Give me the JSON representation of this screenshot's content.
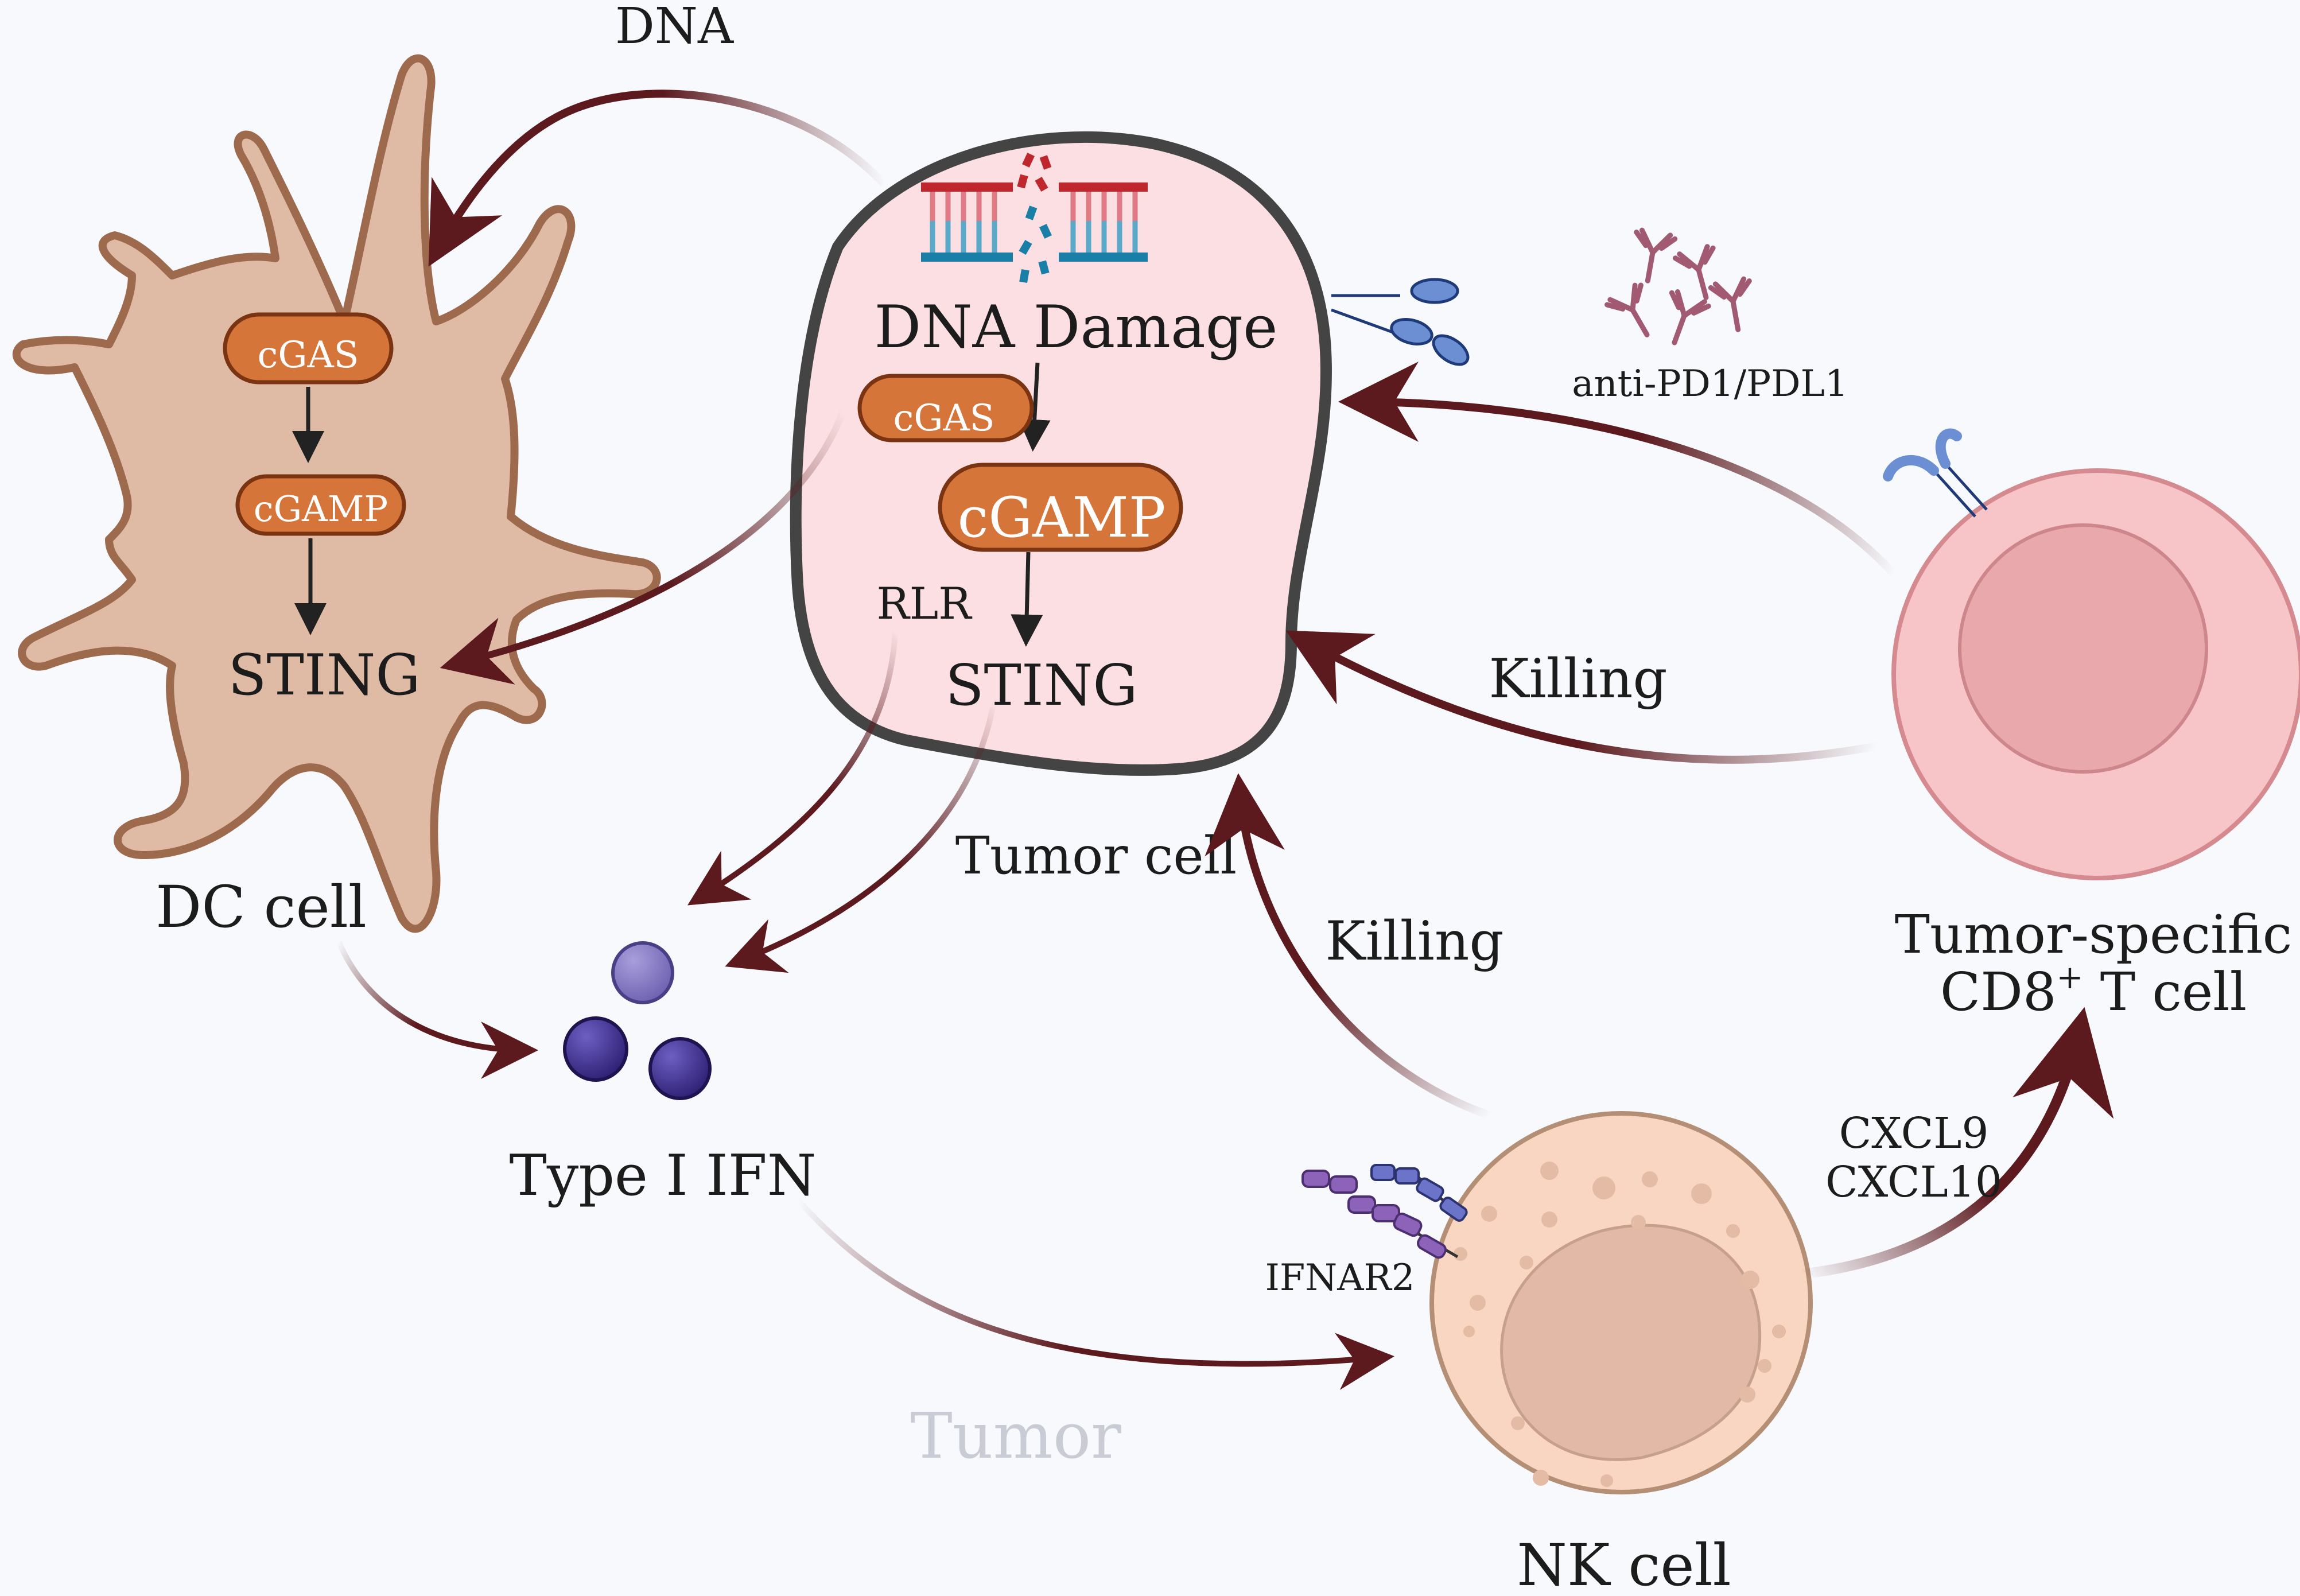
{
  "labels": {
    "dna": "DNA",
    "dna_damage": "DNA Damage",
    "rlr": "RLR",
    "tumor_cell": "Tumor cell",
    "dc_cell": "DC cell",
    "type_i_ifn": "Type I IFN",
    "tumor": "Tumor",
    "nk_cell": "NK cell",
    "killing_t": "Killing",
    "killing_nk": "Killing",
    "anti_pd1": "anti-PD1/PDL1",
    "t_cell_line1": "Tumor-specific",
    "t_cell_line2_pre": "CD8",
    "t_cell_line2_sup": "+",
    "t_cell_line2_post": " T cell",
    "cxcl9": "CXCL9",
    "cxcl10": "CXCL10",
    "ifnar2": "IFNAR2"
  },
  "dc_pathway": {
    "cgas": "cGAS",
    "cgamp": "cGAMP",
    "sting": "STING"
  },
  "tumor_pathway": {
    "cgas": "cGAS",
    "cgamp": "cGAMP",
    "sting": "STING"
  },
  "colors": {
    "arrow": "#5c1a1e",
    "dc_fill": "#dfbba5",
    "dc_stroke": "#9e6a4d",
    "tumor_fill": "#fbdfe2",
    "tumor_stroke": "#444444",
    "pill_fill": "#d6753a",
    "pill_stroke": "#7a3412",
    "tcell_fill": "#f7c4c7",
    "tcell_nucleus": "#e9a9ac",
    "nk_fill": "#f8d6c1",
    "nk_nucleus": "#e2b9a6",
    "ifn_dark": "#3d2b8c",
    "ifn_light": "#7d6fbd",
    "antibody": "#a25a72",
    "dna_red": "#c0272d",
    "dna_blue": "#1a7fa6"
  }
}
